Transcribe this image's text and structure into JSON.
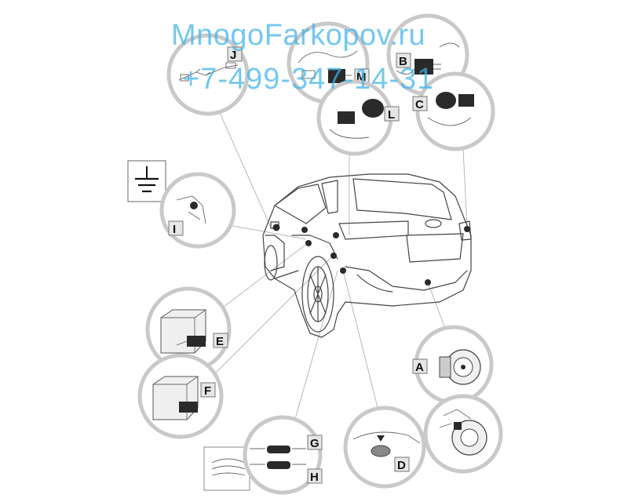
{
  "watermark": {
    "name": "MnogoFarkopov.ru",
    "phone": "+7-499-347-14-31"
  },
  "labels": {
    "A": "A",
    "B": "B",
    "C": "C",
    "D": "D",
    "E": "E",
    "F": "F",
    "G": "G",
    "H": "H",
    "I": "I",
    "J": "J",
    "L": "L",
    "M": "M"
  },
  "colors": {
    "watermark": "#3fb3e8",
    "label_box": "#e6e6e6",
    "callout_ring": "#c9c9c9",
    "dot": "#111111"
  },
  "icons": [
    "ground-symbol-icon",
    "arrow-icon"
  ]
}
